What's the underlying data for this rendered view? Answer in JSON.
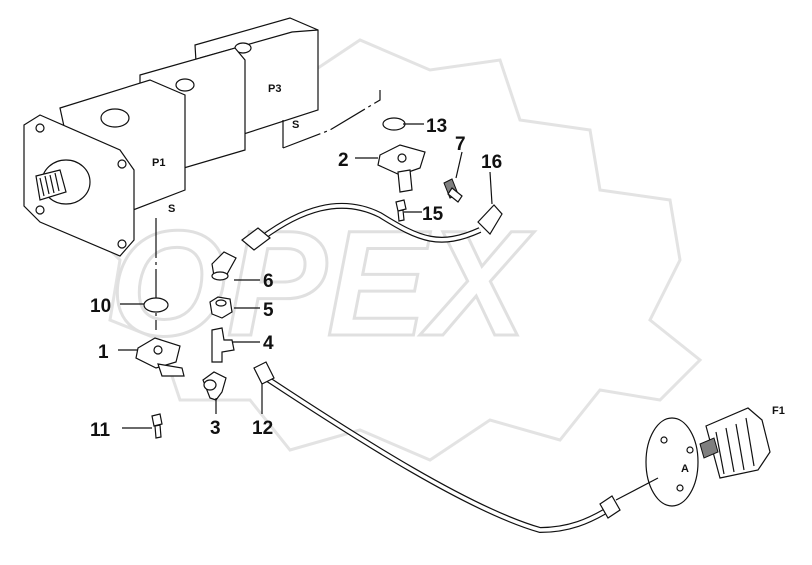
{
  "watermark": {
    "brand": "OPEX"
  },
  "component_labels": {
    "pump_section_1": "P1",
    "pump_section_3": "P3",
    "filter": "F1",
    "filter_port": "A",
    "suction_upper": "S",
    "suction_lower": "S"
  },
  "callouts": [
    {
      "id": "1",
      "text": "1"
    },
    {
      "id": "2",
      "text": "2"
    },
    {
      "id": "3",
      "text": "3"
    },
    {
      "id": "4",
      "text": "4"
    },
    {
      "id": "5",
      "text": "5"
    },
    {
      "id": "6",
      "text": "6"
    },
    {
      "id": "7",
      "text": "7"
    },
    {
      "id": "10",
      "text": "10"
    },
    {
      "id": "11",
      "text": "11"
    },
    {
      "id": "12",
      "text": "12"
    },
    {
      "id": "13",
      "text": "13"
    },
    {
      "id": "15",
      "text": "15"
    },
    {
      "id": "16",
      "text": "16"
    }
  ]
}
